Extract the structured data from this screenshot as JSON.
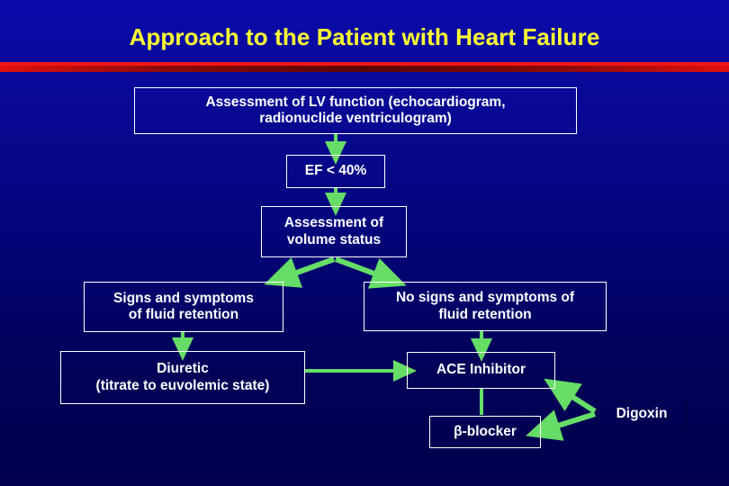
{
  "slide": {
    "title": "Approach to the Patient with Heart Failure",
    "colors": {
      "background_top": "#0b0bac",
      "background_bottom": "#00004e",
      "title_text": "#ffff33",
      "divider_bar": "#f21616",
      "box_text": "#ffffff",
      "box_border": "#ffffff",
      "connector_arrow": "#66dd66",
      "digoxin_border": "#050536"
    }
  },
  "flowchart": {
    "type": "clinical-algorithm",
    "nodes": [
      {
        "id": "assessment-lv",
        "label": "Assessment of LV function (echocardiogram, radionuclide ventriculogram)"
      },
      {
        "id": "ef40",
        "label": "EF < 40%"
      },
      {
        "id": "volume-status",
        "label": "Assessment of volume status"
      },
      {
        "id": "signs",
        "label": "Signs and symptoms of fluid retention"
      },
      {
        "id": "no-signs",
        "label": "No signs and symptoms of fluid retention"
      },
      {
        "id": "diuretic",
        "label": "Diuretic (titrate to euvolemic state)"
      },
      {
        "id": "ace",
        "label": "ACE Inhibitor"
      },
      {
        "id": "beta",
        "label": "β-blocker"
      },
      {
        "id": "digoxin",
        "label": "Digoxin"
      }
    ],
    "node_lines": {
      "assessment-lv": [
        "Assessment of LV function (echocardiogram,",
        "radionuclide ventriculogram)"
      ],
      "ef40": [
        "EF < 40%"
      ],
      "volume-status": [
        "Assessment of",
        "volume status"
      ],
      "signs": [
        "Signs and symptoms",
        "of fluid retention"
      ],
      "no-signs": [
        "No signs and symptoms of",
        "fluid retention"
      ],
      "diuretic": [
        "Diuretic",
        "(titrate to euvolemic state)"
      ],
      "ace": [
        "ACE Inhibitor"
      ],
      "beta": [
        "β-blocker"
      ],
      "digoxin": [
        "Digoxin"
      ]
    },
    "edges": [
      {
        "from": "assessment-lv",
        "to": "ef40",
        "style": "arrow-down"
      },
      {
        "from": "ef40",
        "to": "volume-status",
        "style": "arrow-down"
      },
      {
        "from": "volume-status",
        "to": "signs",
        "style": "arrow-diagonal-left"
      },
      {
        "from": "volume-status",
        "to": "no-signs",
        "style": "arrow-diagonal-right"
      },
      {
        "from": "signs",
        "to": "diuretic",
        "style": "arrow-down"
      },
      {
        "from": "no-signs",
        "to": "ace",
        "style": "arrow-down"
      },
      {
        "from": "diuretic",
        "to": "ace",
        "style": "arrow-right"
      },
      {
        "from": "ace",
        "to": "beta",
        "style": "line-down"
      },
      {
        "from": "digoxin",
        "to": "ace",
        "style": "arrow-diagonal-up"
      },
      {
        "from": "digoxin",
        "to": "beta",
        "style": "arrow-diagonal-left"
      }
    ]
  }
}
